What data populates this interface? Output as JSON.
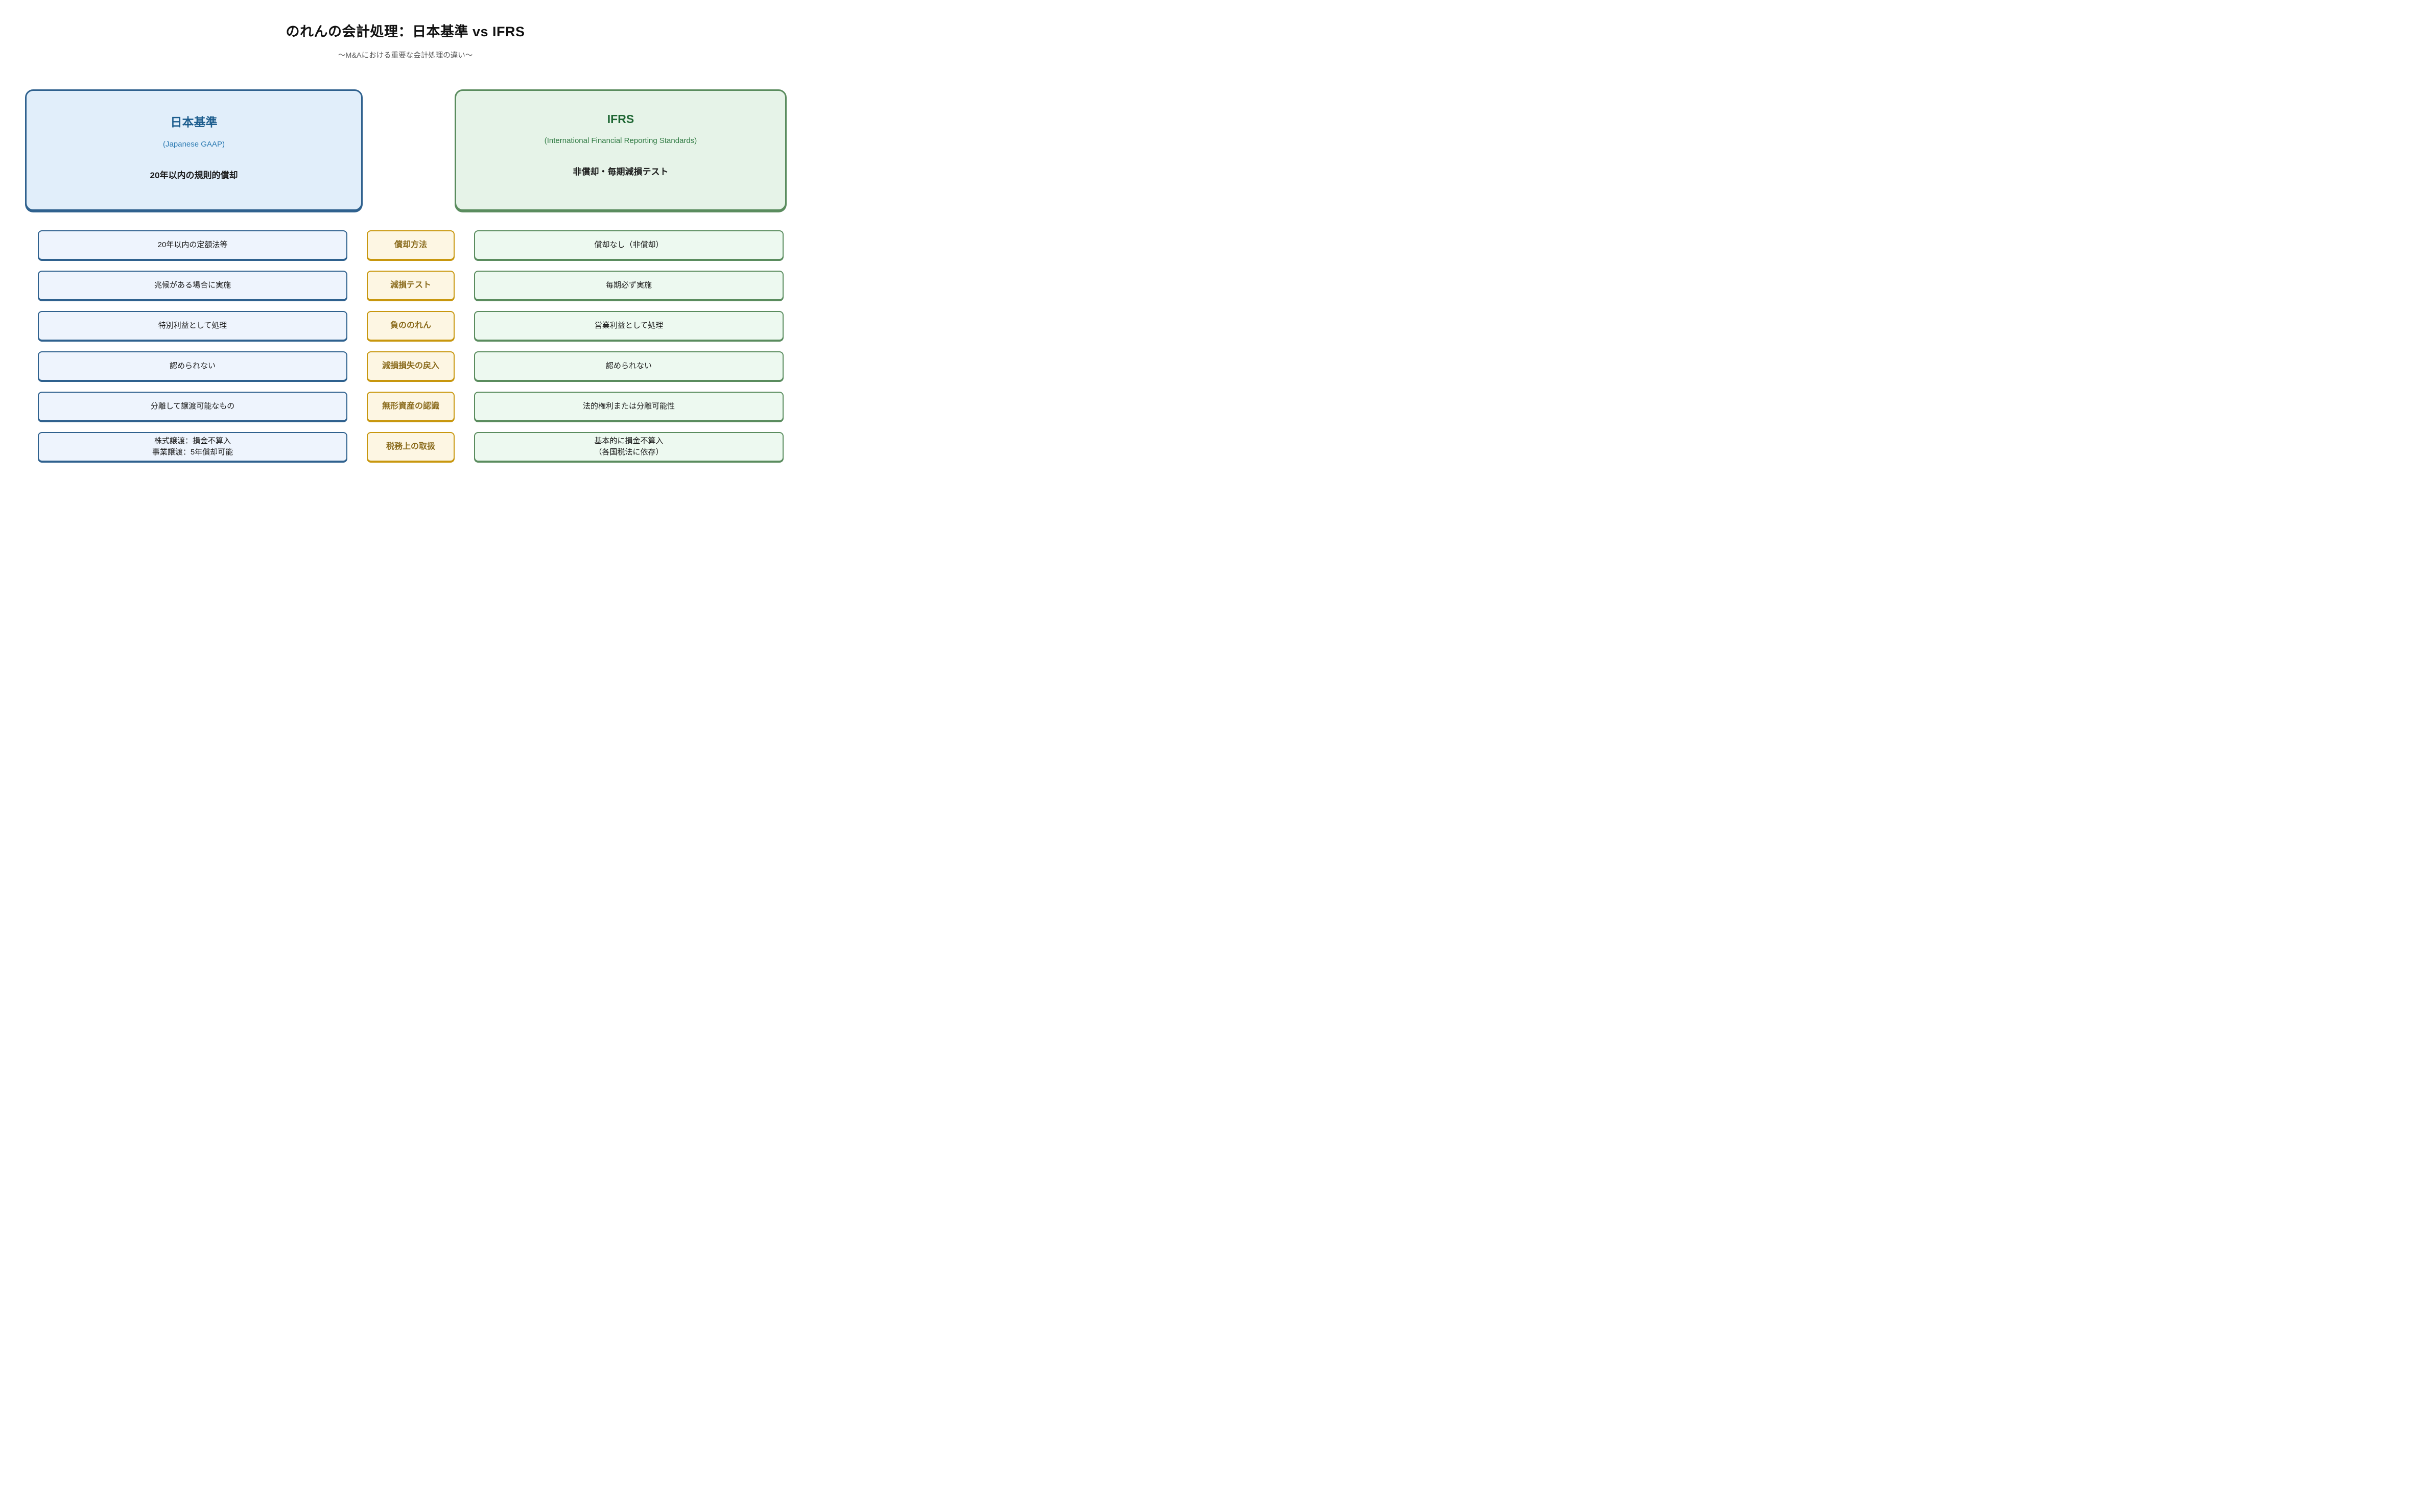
{
  "title": "のれんの会計処理：日本基準 vs IFRS",
  "subtitle": "〜M&Aにおける重要な会計処理の違い〜",
  "colors": {
    "jgaap_border": "#2f618e",
    "jgaap_panel_fill": "#e1eefa",
    "jgaap_row_fill": "#eef4fd",
    "jgaap_heading_text": "#1b5c8d",
    "ifrs_border": "#5a8c5e",
    "ifrs_panel_fill": "#e6f3e8",
    "ifrs_row_fill": "#edf9f0",
    "ifrs_heading_text": "#1e6633",
    "label_border": "#c8970e",
    "label_fill": "#fdf6e3",
    "label_text": "#8a6b1c"
  },
  "left_panel": {
    "heading": "日本基準",
    "subheading": "(Japanese GAAP)",
    "summary": "20年以内の規則的償却"
  },
  "right_panel": {
    "heading": "IFRS",
    "subheading": "(International Financial Reporting Standards)",
    "summary": "非償却・毎期減損テスト"
  },
  "rows": [
    {
      "label": "償却方法",
      "jgaap": "20年以内の定額法等",
      "ifrs": "償却なし（非償却）"
    },
    {
      "label": "減損テスト",
      "jgaap": "兆候がある場合に実施",
      "ifrs": "毎期必ず実施"
    },
    {
      "label": "負ののれん",
      "jgaap": "特別利益として処理",
      "ifrs": "営業利益として処理"
    },
    {
      "label": "減損損失の戻入",
      "jgaap": "認められない",
      "ifrs": "認められない"
    },
    {
      "label": "無形資産の認識",
      "jgaap": "分離して譲渡可能なもの",
      "ifrs": "法的権利または分離可能性"
    },
    {
      "label": "税務上の取扱",
      "jgaap": "株式譲渡：損金不算入\n事業譲渡：5年償却可能",
      "ifrs": "基本的に損金不算入\n（各国税法に依存）"
    }
  ]
}
